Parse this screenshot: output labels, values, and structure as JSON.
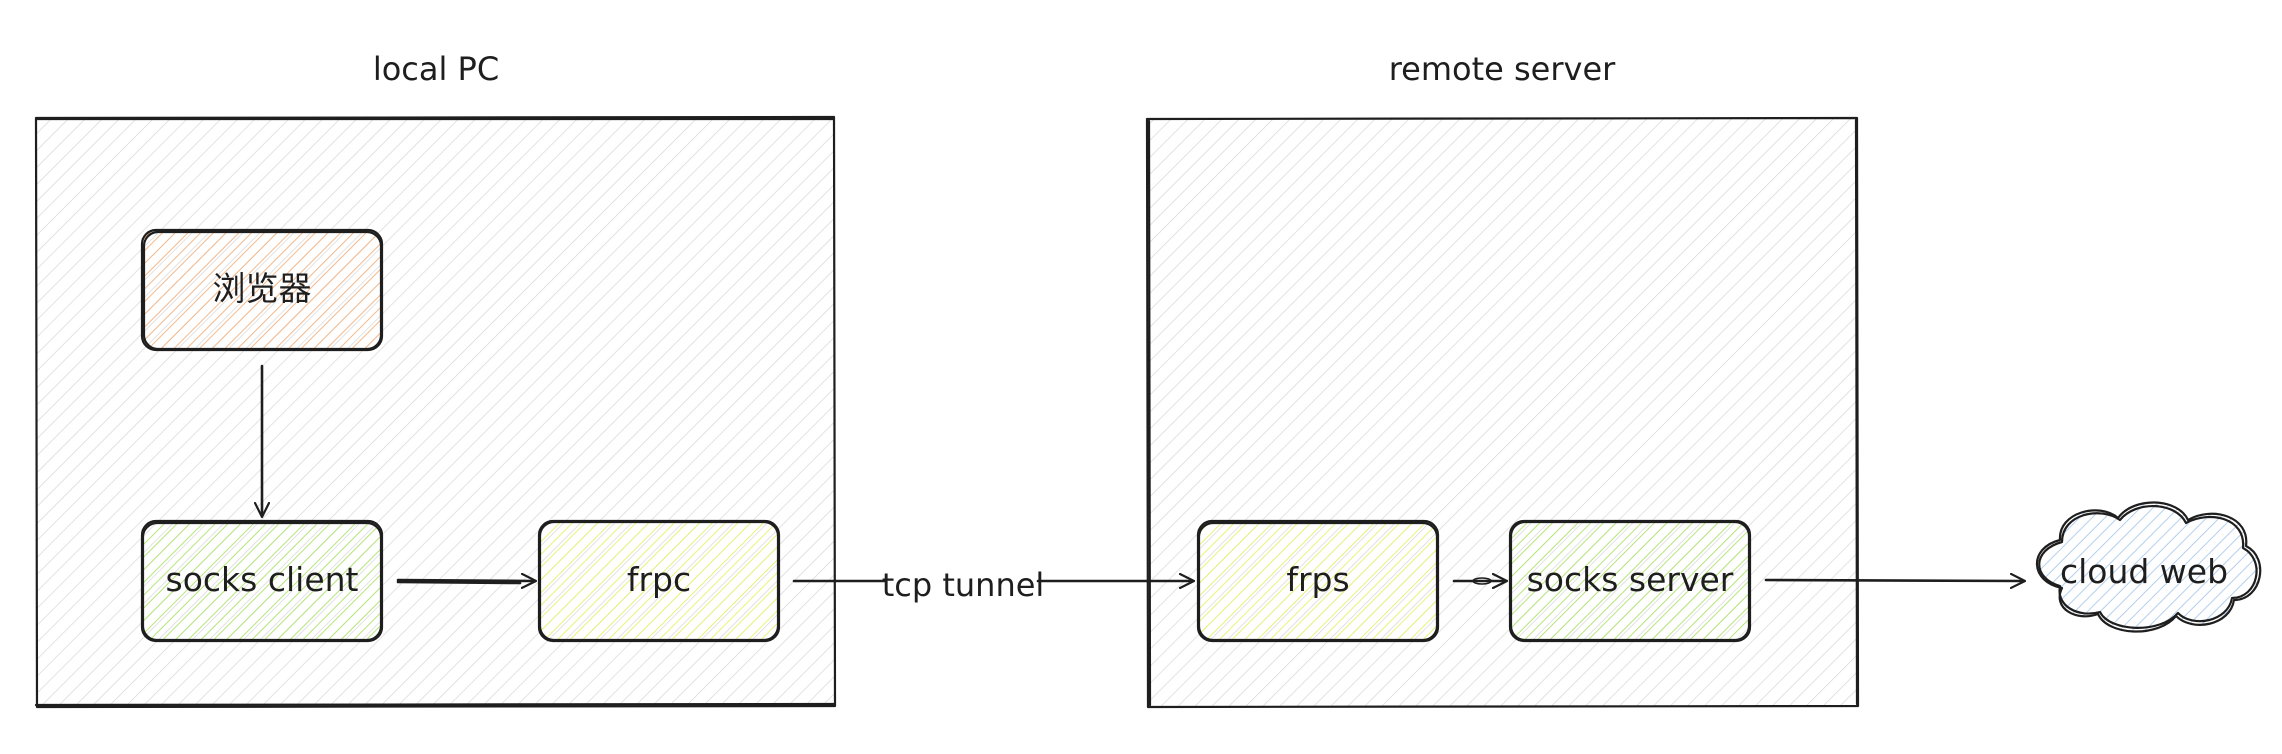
{
  "regions": {
    "local": {
      "title": "local PC"
    },
    "remote": {
      "title": "remote server"
    }
  },
  "nodes": {
    "browser": {
      "label": "浏览器",
      "fill": "#f7c9a2"
    },
    "socks_client": {
      "label": "socks client",
      "fill": "#c6ef94"
    },
    "frpc": {
      "label": "frpc",
      "fill": "#f1f89a"
    },
    "frps": {
      "label": "frps",
      "fill": "#f1f89a"
    },
    "socks_server": {
      "label": "socks server",
      "fill": "#c6ef94"
    },
    "cloud_web": {
      "label": "cloud web",
      "fill": "#c7dcf2"
    }
  },
  "edges": {
    "tunnel": {
      "label": "tcp tunnel"
    }
  },
  "colors": {
    "stroke": "#1e1e1e",
    "region_fill": "#d8d8d8"
  }
}
